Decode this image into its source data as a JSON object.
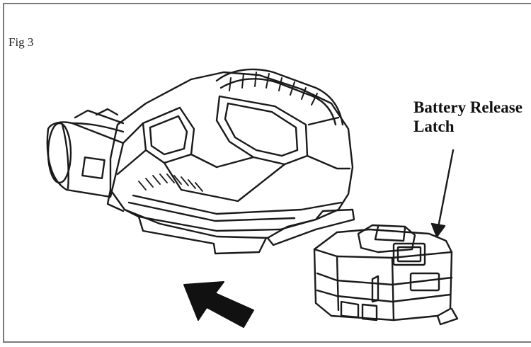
{
  "figure": {
    "label": "Fig 3",
    "callout_line1": "Battery Release",
    "callout_line2": "Latch"
  },
  "icons": [
    "blower-tool-illustration",
    "battery-pack-illustration",
    "insert-direction-arrow",
    "latch-pointer-arrow"
  ],
  "colors": {
    "line": "#1a1a1a",
    "frame": "#7a7a7a",
    "background": "#ffffff"
  }
}
